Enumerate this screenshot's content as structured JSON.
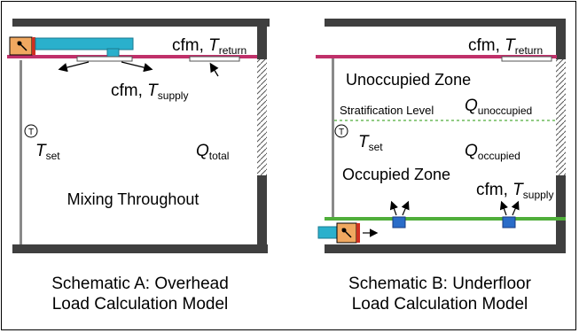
{
  "schematic_a": {
    "return_label": "cfm, ",
    "return_T": "T",
    "return_sub": "return",
    "supply_label": "cfm, ",
    "supply_T": "T",
    "supply_sub": "supply",
    "thermostat_symbol": "T",
    "set_T": "T",
    "set_sub": "set",
    "q_label": "Q",
    "q_sub": "total",
    "mixing_label": "Mixing Throughout",
    "caption_line1": "Schematic A: Overhead",
    "caption_line2": "Load Calculation Model"
  },
  "schematic_b": {
    "return_label": "cfm, ",
    "return_T": "T",
    "return_sub": "return",
    "unoccupied_zone_label": "Unoccupied Zone",
    "stratification_label": "Stratification Level",
    "q_unocc": "Q",
    "q_unocc_sub": "unoccupied",
    "thermostat_symbol": "T",
    "set_T": "T",
    "set_sub": "set",
    "q_occ": "Q",
    "q_occ_sub": "occupied",
    "occupied_zone_label": "Occupied Zone",
    "supply_label": "cfm, ",
    "supply_T": "T",
    "supply_sub": "supply",
    "caption_line1": "Schematic B: Underfloor",
    "caption_line2": "Load Calculation Model"
  },
  "colors": {
    "wall": "#3f3f3f",
    "ceiling": "#c0306a",
    "floor": "#4fae3a",
    "duct": "#2ab0cc",
    "box": "#f0a860",
    "diffuser": "#2a6cc8",
    "damper": "#d03020"
  }
}
